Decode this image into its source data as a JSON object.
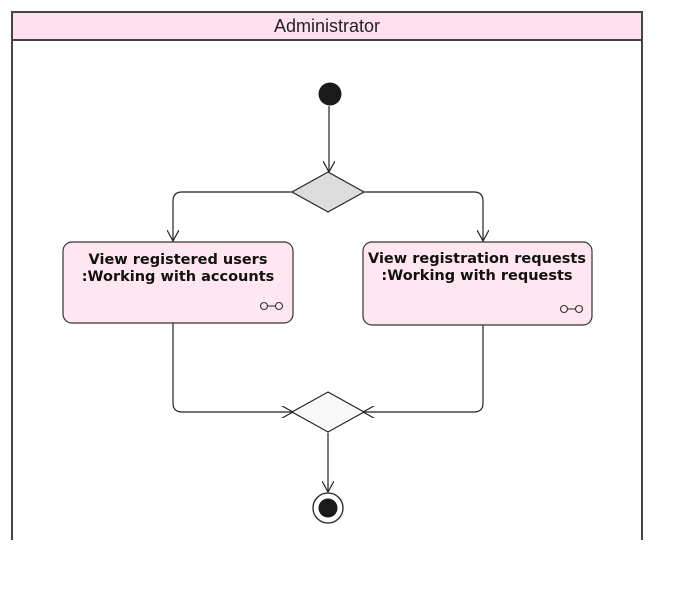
{
  "swimlane": {
    "title": "Administrator",
    "header_color": "#ffe0ef",
    "border_color": "#444444"
  },
  "activities": [
    {
      "id": "view-users",
      "line1": "View registered users",
      "line2": ":Working with accounts",
      "icon": "rake-icon",
      "fill": "#ffe6f0"
    },
    {
      "id": "view-requests",
      "line1": "View registration requests",
      "line2": ":Working with requests",
      "icon": "rake-icon",
      "fill": "#ffe6f0"
    }
  ],
  "nodes": {
    "initial": "initial-node",
    "decision": "decision-node",
    "merge": "merge-node",
    "final": "final-node",
    "decision_fill": "#dddddd",
    "merge_fill": "#f8f8f8"
  }
}
